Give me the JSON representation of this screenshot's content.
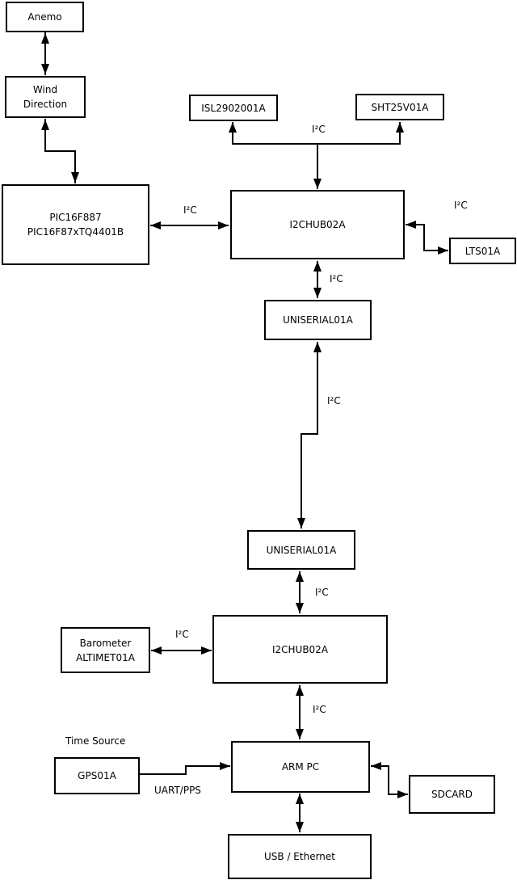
{
  "diagram": {
    "type": "block-diagram",
    "background_color": "#ffffff",
    "line_color": "#000000",
    "box_fill_color": "#ffffff",
    "nodes": {
      "anemo": {
        "label": "Anemo"
      },
      "wind_direction": {
        "line1": "Wind",
        "line2": "Direction"
      },
      "pic": {
        "line1": "PIC16F887",
        "line2": "PIC16F87xTQ4401B"
      },
      "isl": {
        "label": "ISL2902001A"
      },
      "sht": {
        "label": "SHT25V01A"
      },
      "hub_top": {
        "label": "I2CHUB02A"
      },
      "lts": {
        "label": "LTS01A"
      },
      "uniserial_top": {
        "label": "UNISERIAL01A"
      },
      "uniserial_bottom": {
        "label": "UNISERIAL01A"
      },
      "barometer": {
        "line1": "Barometer",
        "line2": "ALTIMET01A"
      },
      "hub_bottom": {
        "label": "I2CHUB02A"
      },
      "gps": {
        "label": "GPS01A"
      },
      "arm_pc": {
        "label": "ARM PC"
      },
      "sdcard": {
        "label": "SDCARD"
      },
      "usb_ethernet": {
        "label": "USB / Ethernet"
      }
    },
    "edge_labels": {
      "i2c_sensor_branch": "I²C",
      "i2c_pic_hub": "I²C",
      "i2c_hub_lts": "I²C",
      "i2c_hub_uniserial": "I²C",
      "i2c_serial_link": "I²C",
      "i2c_uniserial_hub2": "I²C",
      "i2c_barometer_hub2": "I²C",
      "i2c_hub2_armpc": "I²C",
      "uart_pps": "UART/PPS",
      "time_source": "Time Source"
    }
  }
}
